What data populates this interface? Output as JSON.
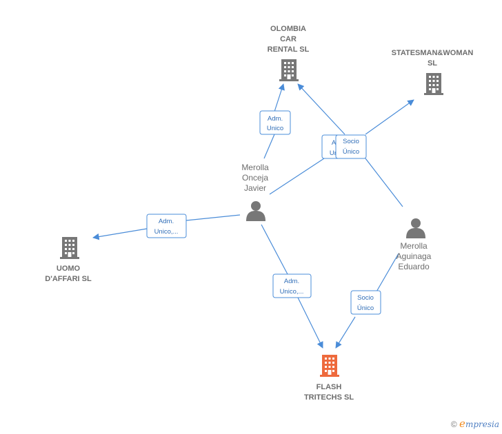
{
  "colors": {
    "edge": "#4a8cd8",
    "company": "#777777",
    "highlight": "#ee6a3d",
    "person": "#777777"
  },
  "companies": [
    {
      "id": "olombia",
      "lines": [
        "OLOMBIA",
        "CAR",
        "RENTAL  SL"
      ],
      "highlight": false
    },
    {
      "id": "statesman",
      "lines": [
        "STATESMAN&WOMAN",
        "SL"
      ],
      "highlight": false
    },
    {
      "id": "uomo",
      "lines": [
        "UOMO",
        "D'AFFARI  SL"
      ],
      "highlight": false
    },
    {
      "id": "flash",
      "lines": [
        "FLASH",
        "TRITECHS  SL"
      ],
      "highlight": true
    }
  ],
  "persons": [
    {
      "id": "javier",
      "lines": [
        "Merolla",
        "Onceja",
        "Javier"
      ]
    },
    {
      "id": "eduardo",
      "lines": [
        "Merolla",
        "Aguinaga",
        "Eduardo"
      ]
    }
  ],
  "edges": [
    {
      "id": "javier-olombia",
      "lines": [
        "Adm.",
        "Unico"
      ]
    },
    {
      "id": "javier-statesman",
      "lines": [
        "A",
        "Un"
      ]
    },
    {
      "id": "eduardo-olombia",
      "lines": [
        "Socio",
        "Único"
      ]
    },
    {
      "id": "javier-uomo",
      "lines": [
        "Adm.",
        "Unico,..."
      ]
    },
    {
      "id": "javier-flash",
      "lines": [
        "Adm.",
        "Unico,..."
      ]
    },
    {
      "id": "eduardo-flash",
      "lines": [
        "Socio",
        "Único"
      ]
    }
  ],
  "footer": {
    "copyright": "©",
    "brand_e": "e",
    "brand_rest": "mpresia"
  }
}
